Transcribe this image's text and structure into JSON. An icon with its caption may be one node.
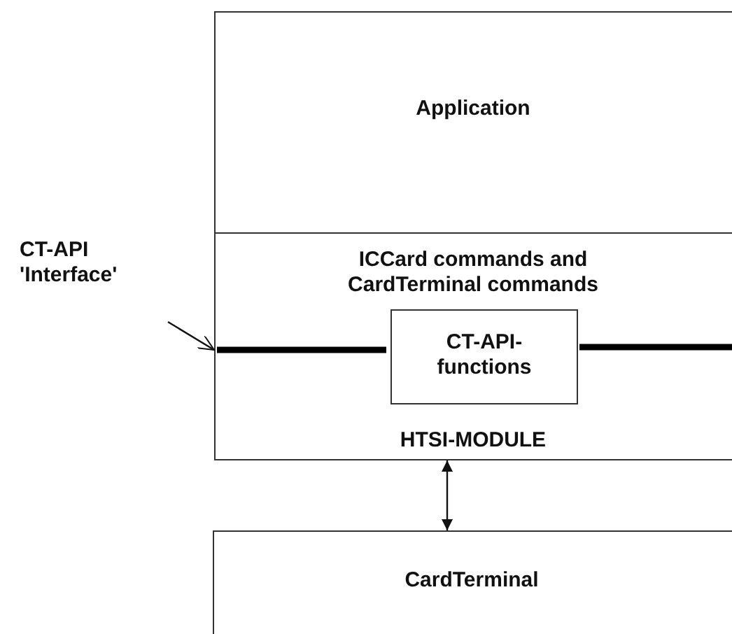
{
  "diagram": {
    "nodes": [
      {
        "text": [
          "Application"
        ]
      },
      {
        "text": [
          "ICCard commands and CardTerminal commands",
          "HTSI-MODULE"
        ]
      },
      {
        "text": [
          "CT-API-functions"
        ],
        "in": 1
      },
      {
        "text": [
          "CardTerminal"
        ]
      },
      {
        "text": [
          "CT-API 'Interface'"
        ]
      }
    ],
    "edges": [
      {
        "from": 4,
        "to": 1,
        "arrow": "to"
      },
      {
        "from": 1,
        "to": 3,
        "arrow": "both"
      }
    ]
  }
}
